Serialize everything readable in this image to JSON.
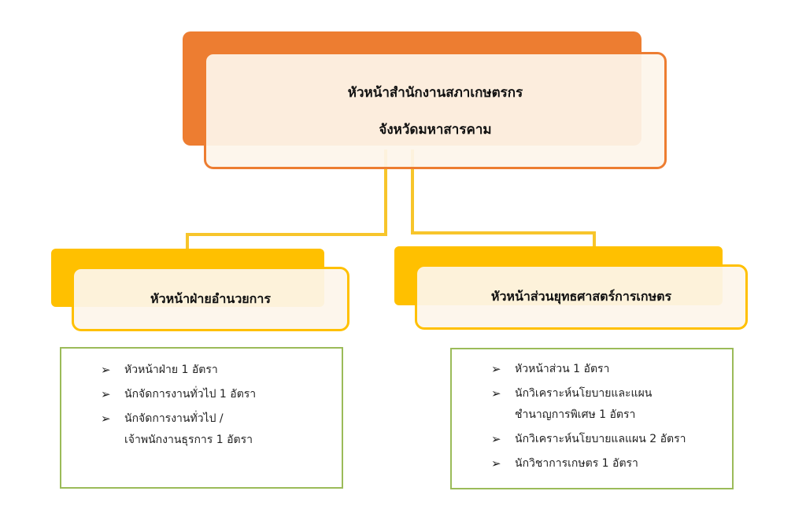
{
  "top": {
    "lines": [
      "หัวหน้าสำนักงานสภาเกษตรกร",
      "จังหวัดมหาสารคาม"
    ]
  },
  "left": {
    "title": "หัวหน้าฝ่ายอำนวยการ",
    "items": [
      {
        "text": "หัวหน้าฝ่าย 1 อัตรา"
      },
      {
        "text": "นักจัดการงานทั่วไป 1 อัตรา"
      },
      {
        "text": "นักจัดการงานทั่วไป /",
        "cont": "เจ้าพนักงานธุรการ 1 อัตรา"
      }
    ]
  },
  "right": {
    "title": "หัวหน้าส่วนยุทธศาสตร์การเกษตร",
    "items": [
      {
        "text": "หัวหน้าส่วน 1 อัตรา"
      },
      {
        "text": "นักวิเคราะห์นโยบายและแผน",
        "cont": "ชำนาญการพิเศษ 1 อัตรา"
      },
      {
        "text": "นักวิเคราะห์นโยบายแลแผน 2 อัตรา"
      },
      {
        "text": "นักวิชาการเกษตร 1 อัตรา"
      }
    ]
  },
  "bullet": "➢",
  "colors": {
    "orange": "#ED7D31",
    "yellow": "#FFC000",
    "green": "#9BBB59"
  }
}
